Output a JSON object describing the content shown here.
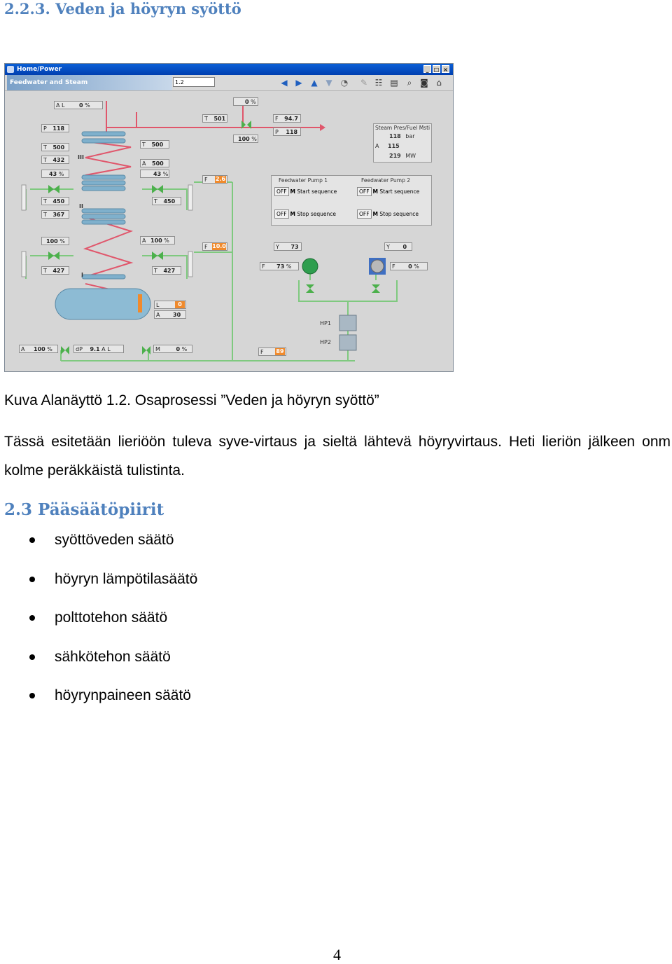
{
  "heading_sub": "2.2.3. Veden ja höyryn syöttö",
  "screenshot": {
    "window_title": "Home/Power",
    "window_controls": [
      "_",
      "□",
      "×"
    ],
    "toolbar_name": "Feedwater and Steam",
    "toolbar_field": "1.2",
    "toolbar_icons": [
      "back-arrow-icon",
      "forward-arrow-icon",
      "up-arrow-icon",
      "down-arrow-icon",
      "clock-icon",
      "wrench-icon",
      "tree-icon",
      "print-icon",
      "zoom-icon",
      "camera-icon",
      "home-icon"
    ],
    "left_column": {
      "top_AL": {
        "a": "A",
        "l": "L",
        "value": "0",
        "unit": "%"
      },
      "p118": {
        "label": "P",
        "value": "118"
      },
      "t500": {
        "label": "T",
        "value": "500"
      },
      "t432": {
        "label": "T",
        "value": "432"
      },
      "pct43": {
        "value": "43",
        "unit": "%"
      },
      "t450": {
        "label": "T",
        "value": "450"
      },
      "t367": {
        "label": "T",
        "value": "367"
      },
      "pct100": {
        "value": "100",
        "unit": "%"
      },
      "t427": {
        "label": "T",
        "value": "427"
      }
    },
    "mid_column": {
      "roman3": "III",
      "roman2": "II",
      "roman1": "I",
      "t500": {
        "label": "T",
        "value": "500"
      },
      "a500": {
        "label": "A",
        "value": "500"
      },
      "pct43": {
        "value": "43",
        "unit": "%"
      },
      "t450": {
        "label": "T",
        "value": "450"
      },
      "a100": {
        "label": "A",
        "value": "100",
        "unit": "%"
      },
      "t427": {
        "label": "T",
        "value": "427"
      },
      "drum_L": {
        "label": "L",
        "value": "0"
      },
      "drum_A": {
        "label": "A",
        "value": "30"
      }
    },
    "top_right": {
      "pct0": {
        "value": "0",
        "unit": "%"
      },
      "t501": {
        "label": "T",
        "value": "501"
      },
      "pct100": {
        "value": "100",
        "unit": "%"
      },
      "f947": {
        "label": "F",
        "value": "94.7"
      },
      "p118": {
        "label": "P",
        "value": "118"
      },
      "f26": {
        "label": "F",
        "value": "2.6"
      },
      "f100": {
        "label": "F",
        "value": "10.0"
      }
    },
    "steam_panel": {
      "title": "Steam Pres/Fuel Msti",
      "row1": {
        "value": "118",
        "unit": "bar"
      },
      "row2": {
        "label": "A",
        "value": "115"
      },
      "row3": {
        "value": "219",
        "unit": "MW"
      }
    },
    "pumps_panel": {
      "pump1_title": "Feedwater Pump 1",
      "pump2_title": "Feedwater Pump 2",
      "p1_start": {
        "state": "OFF",
        "mode": "M",
        "text": "Start sequence"
      },
      "p2_start": {
        "state": "OFF",
        "mode": "M",
        "text": "Start sequence"
      },
      "p1_stop": {
        "state": "OFF",
        "mode": "M",
        "text": "Stop sequence"
      },
      "p2_stop": {
        "state": "OFF",
        "mode": "M",
        "text": "Stop sequence"
      }
    },
    "pumps": {
      "y1": {
        "label": "Y",
        "value": "73"
      },
      "f1": {
        "label": "F",
        "value": "73",
        "unit": "%"
      },
      "y2": {
        "label": "Y",
        "value": "0"
      },
      "f2": {
        "label": "F",
        "value": "0",
        "unit": "%"
      },
      "hp1": "HP1",
      "hp2": "HP2",
      "f89": {
        "label": "F",
        "value": "89"
      }
    },
    "bottom": {
      "a100": {
        "label": "A",
        "value": "100",
        "unit": "%"
      },
      "dp": {
        "label": "dP",
        "value": "9.1",
        "a": "A",
        "l": "L"
      },
      "m0": {
        "label": "M",
        "value": "0",
        "unit": "%"
      }
    },
    "colors": {
      "steam": "#e0566b",
      "water": "#7fc97f",
      "drum": "#7fb0cc",
      "alarm": "#f08a2c",
      "titlebar": "#0a5fd6"
    }
  },
  "caption": "Kuva Alanäyttö 1.2. Osaprosessi ”Veden ja höyryn syöttö”",
  "paragraph": "Tässä esitetään lieriöön tuleva syve-virtaus ja sieltä lähtevä höyryvirtaus. Heti lieriön jälkeen onm kolme peräkkäistä tulistinta.",
  "heading_main": "2.3 Pääsäätöpiirit",
  "bullets": [
    "syöttöveden säätö",
    "höyryn lämpötilasäätö",
    "polttotehon säätö",
    "sähkötehon säätö",
    "höyrynpaineen säätö"
  ],
  "page_number": "4"
}
